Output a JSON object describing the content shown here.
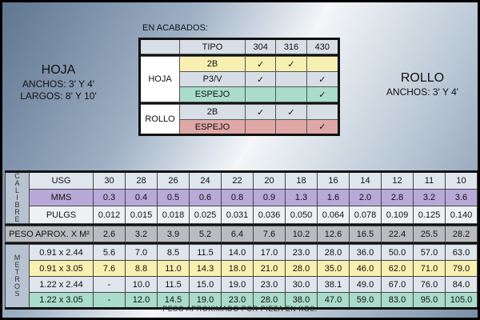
{
  "left": {
    "title": "HOJA",
    "line1": "ANCHOS: 3' Y 4'",
    "line2": "LARGOS: 8' Y 10'"
  },
  "right": {
    "title": "ROLLO",
    "line1": "ANCHOS: 3' Y 4'"
  },
  "finishes": {
    "caption": "EN ACABADOS:",
    "headers": [
      "TIPO",
      "304",
      "316",
      "430"
    ],
    "check": "✓",
    "groups": [
      {
        "label": "HOJA",
        "rows": [
          {
            "tipo": "2B",
            "c": [
              "✓",
              "✓",
              ""
            ]
          },
          {
            "tipo": "P3/V",
            "c": [
              "✓",
              "",
              "✓"
            ]
          },
          {
            "tipo": "ESPEJO",
            "c": [
              "",
              "",
              "✓"
            ]
          }
        ]
      },
      {
        "label": "ROLLO",
        "rows": [
          {
            "tipo": "2B",
            "c": [
              "✓",
              "✓",
              ""
            ]
          },
          {
            "tipo": "ESPEJO",
            "c": [
              "",
              "",
              "✓"
            ]
          }
        ]
      }
    ]
  },
  "gauge": {
    "calibre_label": "CALIBRE",
    "metros_label": "METROS",
    "usg": {
      "label": "USG",
      "values": [
        "30",
        "28",
        "26",
        "24",
        "22",
        "20",
        "18",
        "16",
        "14",
        "12",
        "11",
        "10"
      ]
    },
    "mms": {
      "label": "MMS",
      "values": [
        "0.3",
        "0.4",
        "0.5",
        "0.6",
        "0.8",
        "0.9",
        "1.3",
        "1.6",
        "2.0",
        "2.8",
        "3.2",
        "3.6"
      ]
    },
    "pulgs": {
      "label": "PULGS",
      "values": [
        "0.012",
        "0.015",
        "0.018",
        "0.025",
        "0.031",
        "0.036",
        "0.050",
        "0.064",
        "0.078",
        "0.109",
        "0.125",
        "0.140"
      ]
    },
    "peso": {
      "label": "PESO APROX. X M²",
      "values": [
        "2.6",
        "3.2",
        "3.9",
        "5.2",
        "6.4",
        "7.6",
        "10.2",
        "12.6",
        "16.5",
        "22.4",
        "25.5",
        "28.2"
      ]
    },
    "sizes": [
      {
        "label": "0.91 x 2.44",
        "values": [
          "5.6",
          "7.0",
          "8.5",
          "11.5",
          "14.0",
          "17.0",
          "23.0",
          "28.0",
          "36.0",
          "50.0",
          "57.0",
          "63.0"
        ]
      },
      {
        "label": "0.91 x 3.05",
        "values": [
          "7.6",
          "8.8",
          "11.0",
          "14.3",
          "18.0",
          "21.0",
          "28.0",
          "35.0",
          "46.0",
          "62.0",
          "71.0",
          "79.0"
        ]
      },
      {
        "label": "1.22 x 2.44",
        "values": [
          "-",
          "10.0",
          "11.5",
          "15.0",
          "19.0",
          "23.0",
          "30.0",
          "38.1",
          "49.0",
          "67.0",
          "76.0",
          "84.0"
        ]
      },
      {
        "label": "1.22 x 3.05",
        "values": [
          "-",
          "12.0",
          "14.5",
          "19.0",
          "23.0",
          "28.0",
          "38.0",
          "47.0",
          "59.0",
          "83.0",
          "95.0",
          "105.0"
        ]
      }
    ],
    "footer": "PESO APROXIMADO POR PIEZA EN KGS."
  }
}
